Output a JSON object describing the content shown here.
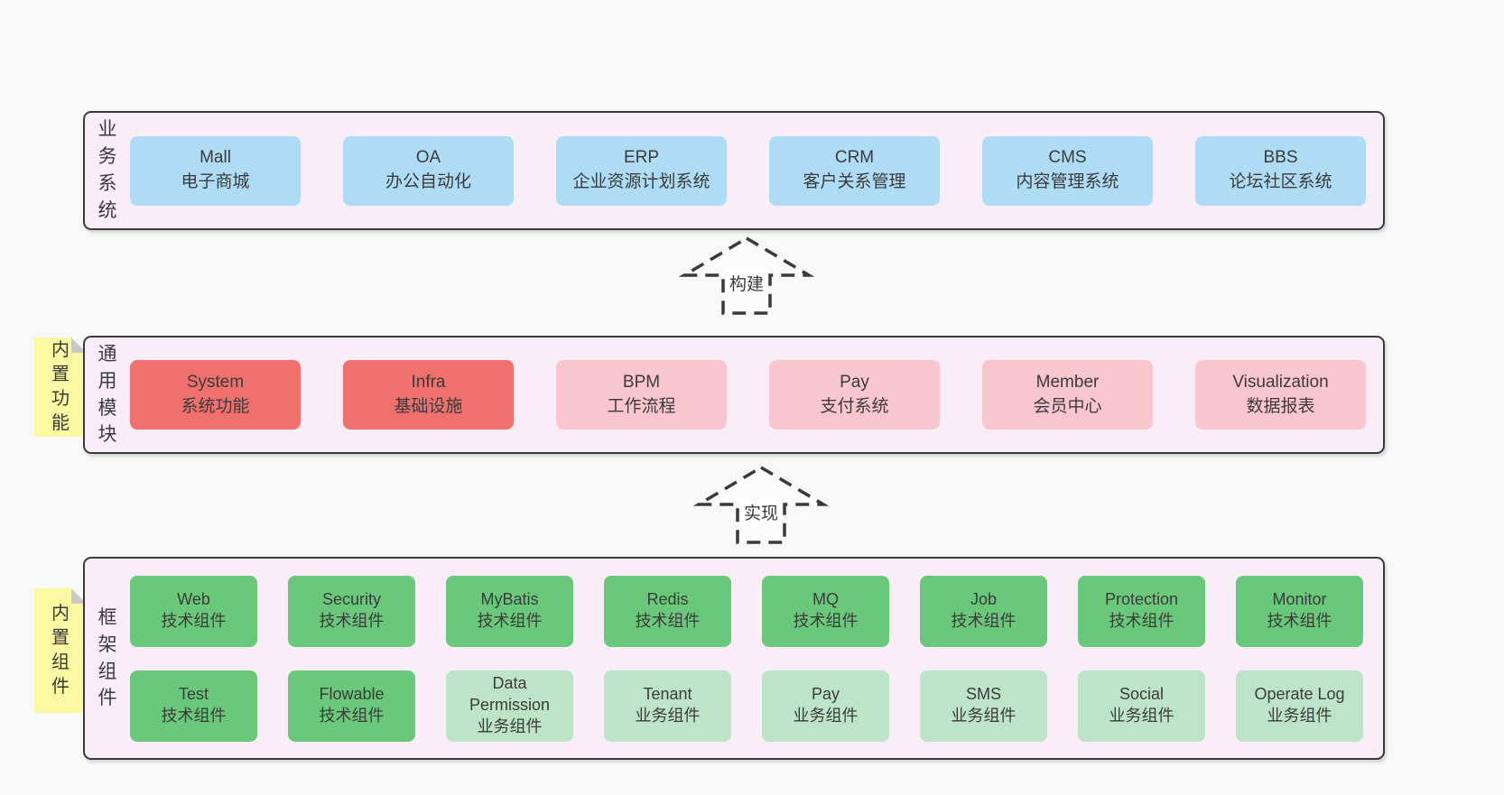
{
  "colors": {
    "page_background": "#f8f8f8",
    "container_background": "#f9eef8",
    "container_border": "#3a3a3a",
    "box_blue": "#aedcf5",
    "box_red": "#f0706e",
    "box_pink": "#f9c6d0",
    "box_green": "#69c87a",
    "box_light_green": "#bde4c7",
    "tag_yellow": "#fbf8a2",
    "tag_fold_gray": "#c9c9c9",
    "text": "#3b3b3b"
  },
  "arrows": [
    {
      "label": "构建"
    },
    {
      "label": "实现"
    }
  ],
  "layers": [
    {
      "label": "业务系统",
      "boxes": [
        {
          "name": "Mall",
          "desc": "电子商城"
        },
        {
          "name": "OA",
          "desc": "办公自动化"
        },
        {
          "name": "ERP",
          "desc": "企业资源计划系统"
        },
        {
          "name": "CRM",
          "desc": "客户关系管理"
        },
        {
          "name": "CMS",
          "desc": "内容管理系统"
        },
        {
          "name": "BBS",
          "desc": "论坛社区系统"
        }
      ]
    },
    {
      "label": "通用模块",
      "tag": "内置功能",
      "boxes": [
        {
          "name": "System",
          "desc": "系统功能"
        },
        {
          "name": "Infra",
          "desc": "基础设施"
        },
        {
          "name": "BPM",
          "desc": "工作流程"
        },
        {
          "name": "Pay",
          "desc": "支付系统"
        },
        {
          "name": "Member",
          "desc": "会员中心"
        },
        {
          "name": "Visualization",
          "desc": "数据报表"
        }
      ]
    },
    {
      "label": "框架组件",
      "tag": "内置组件",
      "rows": [
        [
          {
            "name": "Web",
            "desc": "技术组件"
          },
          {
            "name": "Security",
            "desc": "技术组件"
          },
          {
            "name": "MyBatis",
            "desc": "技术组件"
          },
          {
            "name": "Redis",
            "desc": "技术组件"
          },
          {
            "name": "MQ",
            "desc": "技术组件"
          },
          {
            "name": "Job",
            "desc": "技术组件"
          },
          {
            "name": "Protection",
            "desc": "技术组件"
          },
          {
            "name": "Monitor",
            "desc": "技术组件"
          }
        ],
        [
          {
            "name": "Test",
            "desc": "技术组件"
          },
          {
            "name": "Flowable",
            "desc": "技术组件"
          },
          {
            "name": "Data Permission",
            "desc": "业务组件"
          },
          {
            "name": "Tenant",
            "desc": "业务组件"
          },
          {
            "name": "Pay",
            "desc": "业务组件"
          },
          {
            "name": "SMS",
            "desc": "业务组件"
          },
          {
            "name": "Social",
            "desc": "业务组件"
          },
          {
            "name": "Operate Log",
            "desc": "业务组件"
          }
        ]
      ]
    }
  ]
}
